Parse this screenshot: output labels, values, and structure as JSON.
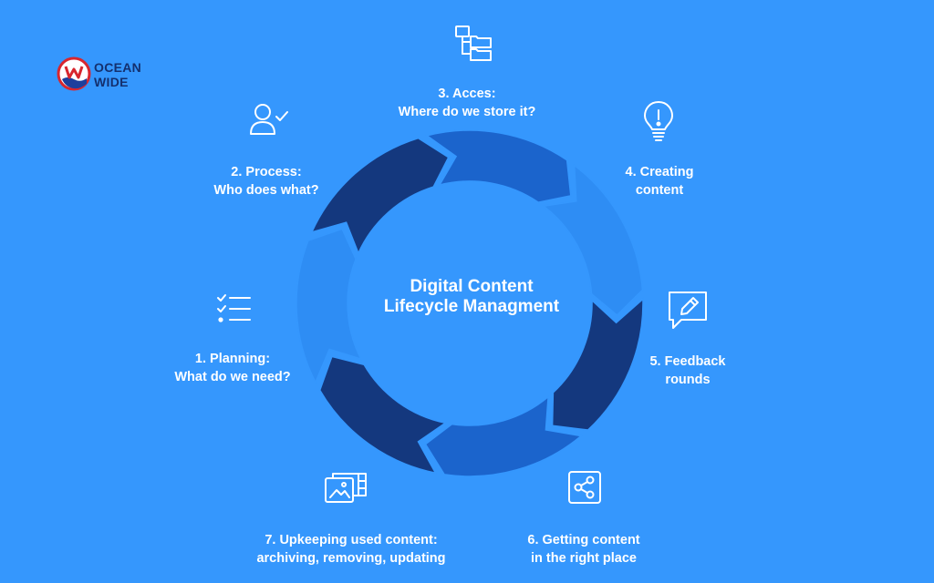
{
  "brand": {
    "line1": "OCEAN",
    "line2": "WIDE",
    "logo_colors": [
      "#d8262e",
      "#1d3f9c",
      "#ffffff"
    ]
  },
  "title": {
    "line1": "Digital Content",
    "line2": "Lifecycle Managment"
  },
  "steps": [
    {
      "line1": "1. Planning:",
      "line2": "What do we need?",
      "icon": "checklist-icon"
    },
    {
      "line1": "2. Process:",
      "line2": "Who does what?",
      "icon": "user-check-icon"
    },
    {
      "line1": "3. Acces:",
      "line2": "Where do we store it?",
      "icon": "folder-tree-icon"
    },
    {
      "line1": "4. Creating",
      "line2": "content",
      "icon": "lightbulb-icon"
    },
    {
      "line1": "5. Feedback",
      "line2": "rounds",
      "icon": "edit-chat-icon"
    },
    {
      "line1": "6. Getting content",
      "line2": "in the right place",
      "icon": "share-icon"
    },
    {
      "line1": "7. Upkeeping used content:",
      "line2": "archiving, removing, updating",
      "icon": "media-gallery-icon"
    }
  ],
  "colors": {
    "background": "#3597fd",
    "arrow_dark": "#14387e",
    "arrow_mid": "#1b64cc",
    "arrow_bright": "#2e8df4",
    "text": "#ffffff"
  }
}
